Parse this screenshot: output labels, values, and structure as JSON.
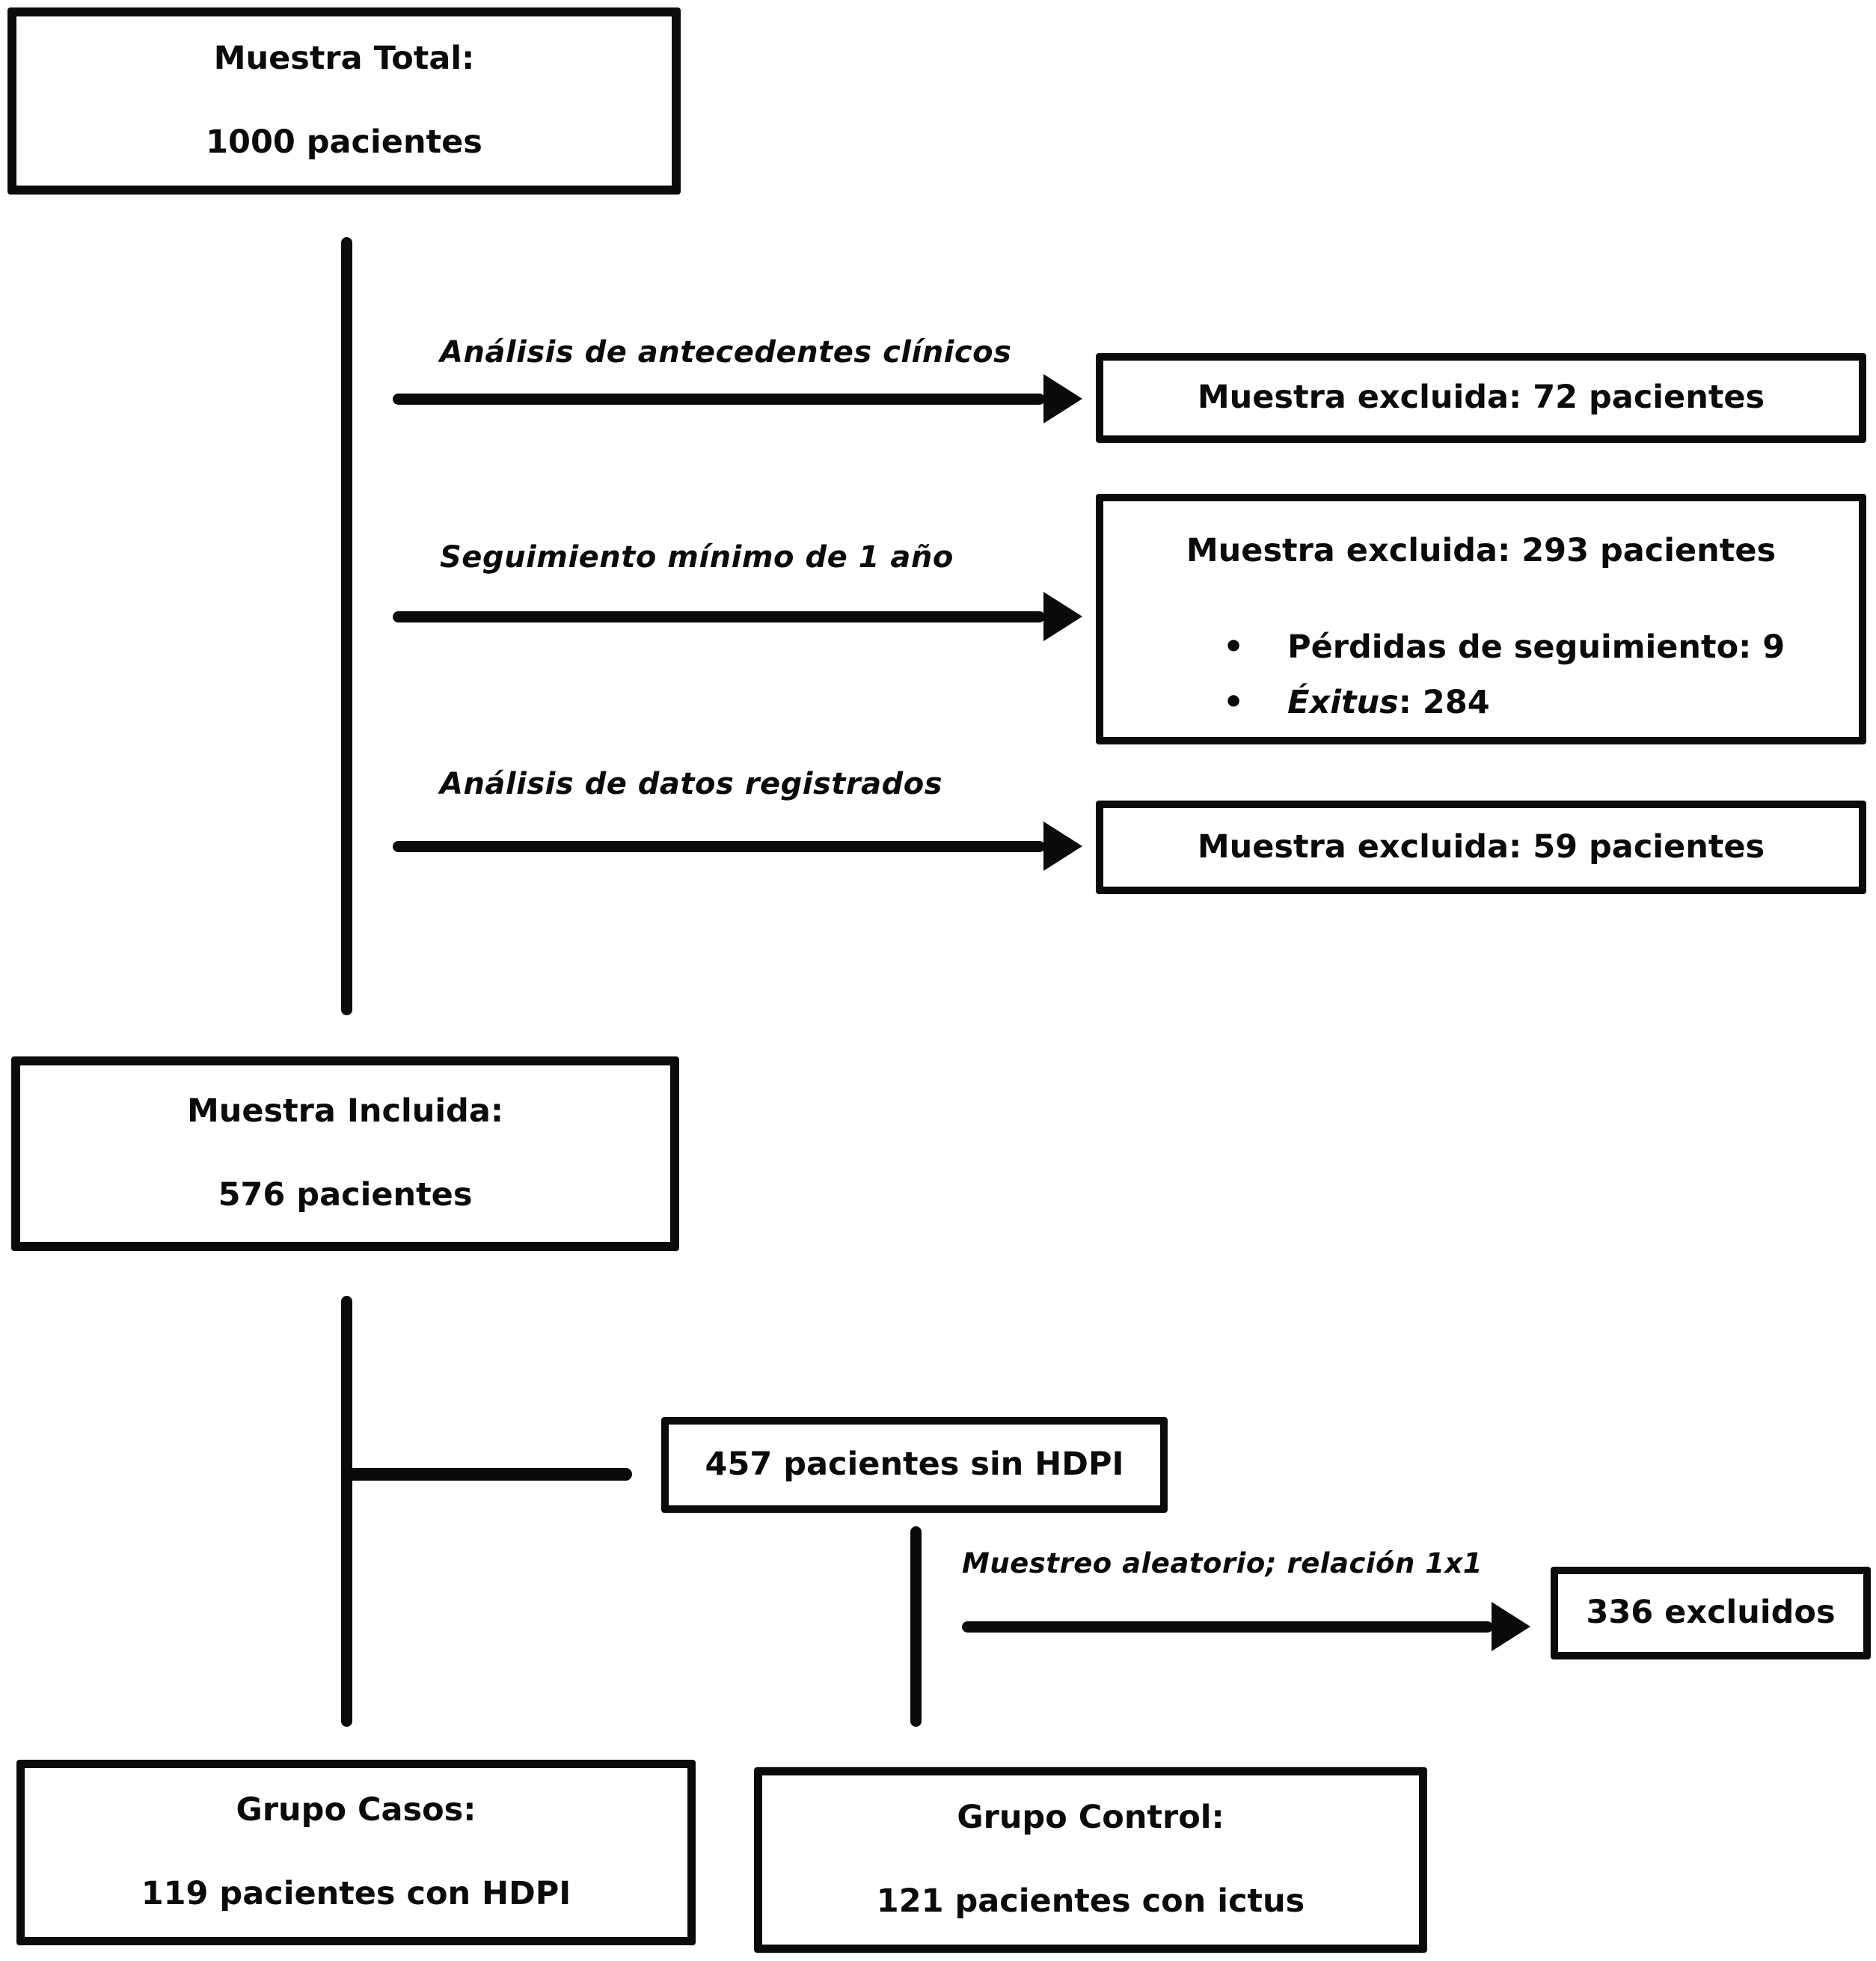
{
  "palette": {
    "ink": "#0b0b0b",
    "paper": "#ffffff"
  },
  "nodes": {
    "total": {
      "title": "Muestra Total:",
      "count": "1000 pacientes"
    },
    "excluded_1": {
      "text": "Muestra excluida: 72 pacientes"
    },
    "excluded_2": {
      "title": "Muestra excluida: 293 pacientes",
      "bullets": [
        {
          "marker": "•",
          "text": "Pérdidas de seguimiento: 9"
        },
        {
          "marker": "•",
          "term": "Éxitus",
          "rest": ": 284"
        }
      ]
    },
    "excluded_3": {
      "text": "Muestra excluida: 59 pacientes"
    },
    "included": {
      "title": "Muestra Incluida:",
      "count": "576 pacientes"
    },
    "no_hdpi": {
      "text": "457 pacientes sin HDPI"
    },
    "excluded_random": {
      "text": "336 excluidos"
    },
    "cases": {
      "title": "Grupo Casos:",
      "count": "119 pacientes con HDPI"
    },
    "control": {
      "title": "Grupo Control:",
      "count": "121 pacientes con ictus"
    }
  },
  "edge_labels": {
    "step1": "Análisis de antecedentes clínicos",
    "step2": "Seguimiento mínimo de 1 año",
    "step3": "Análisis de datos registrados",
    "sampling": "Muestreo aleatorio; relación 1x1"
  }
}
